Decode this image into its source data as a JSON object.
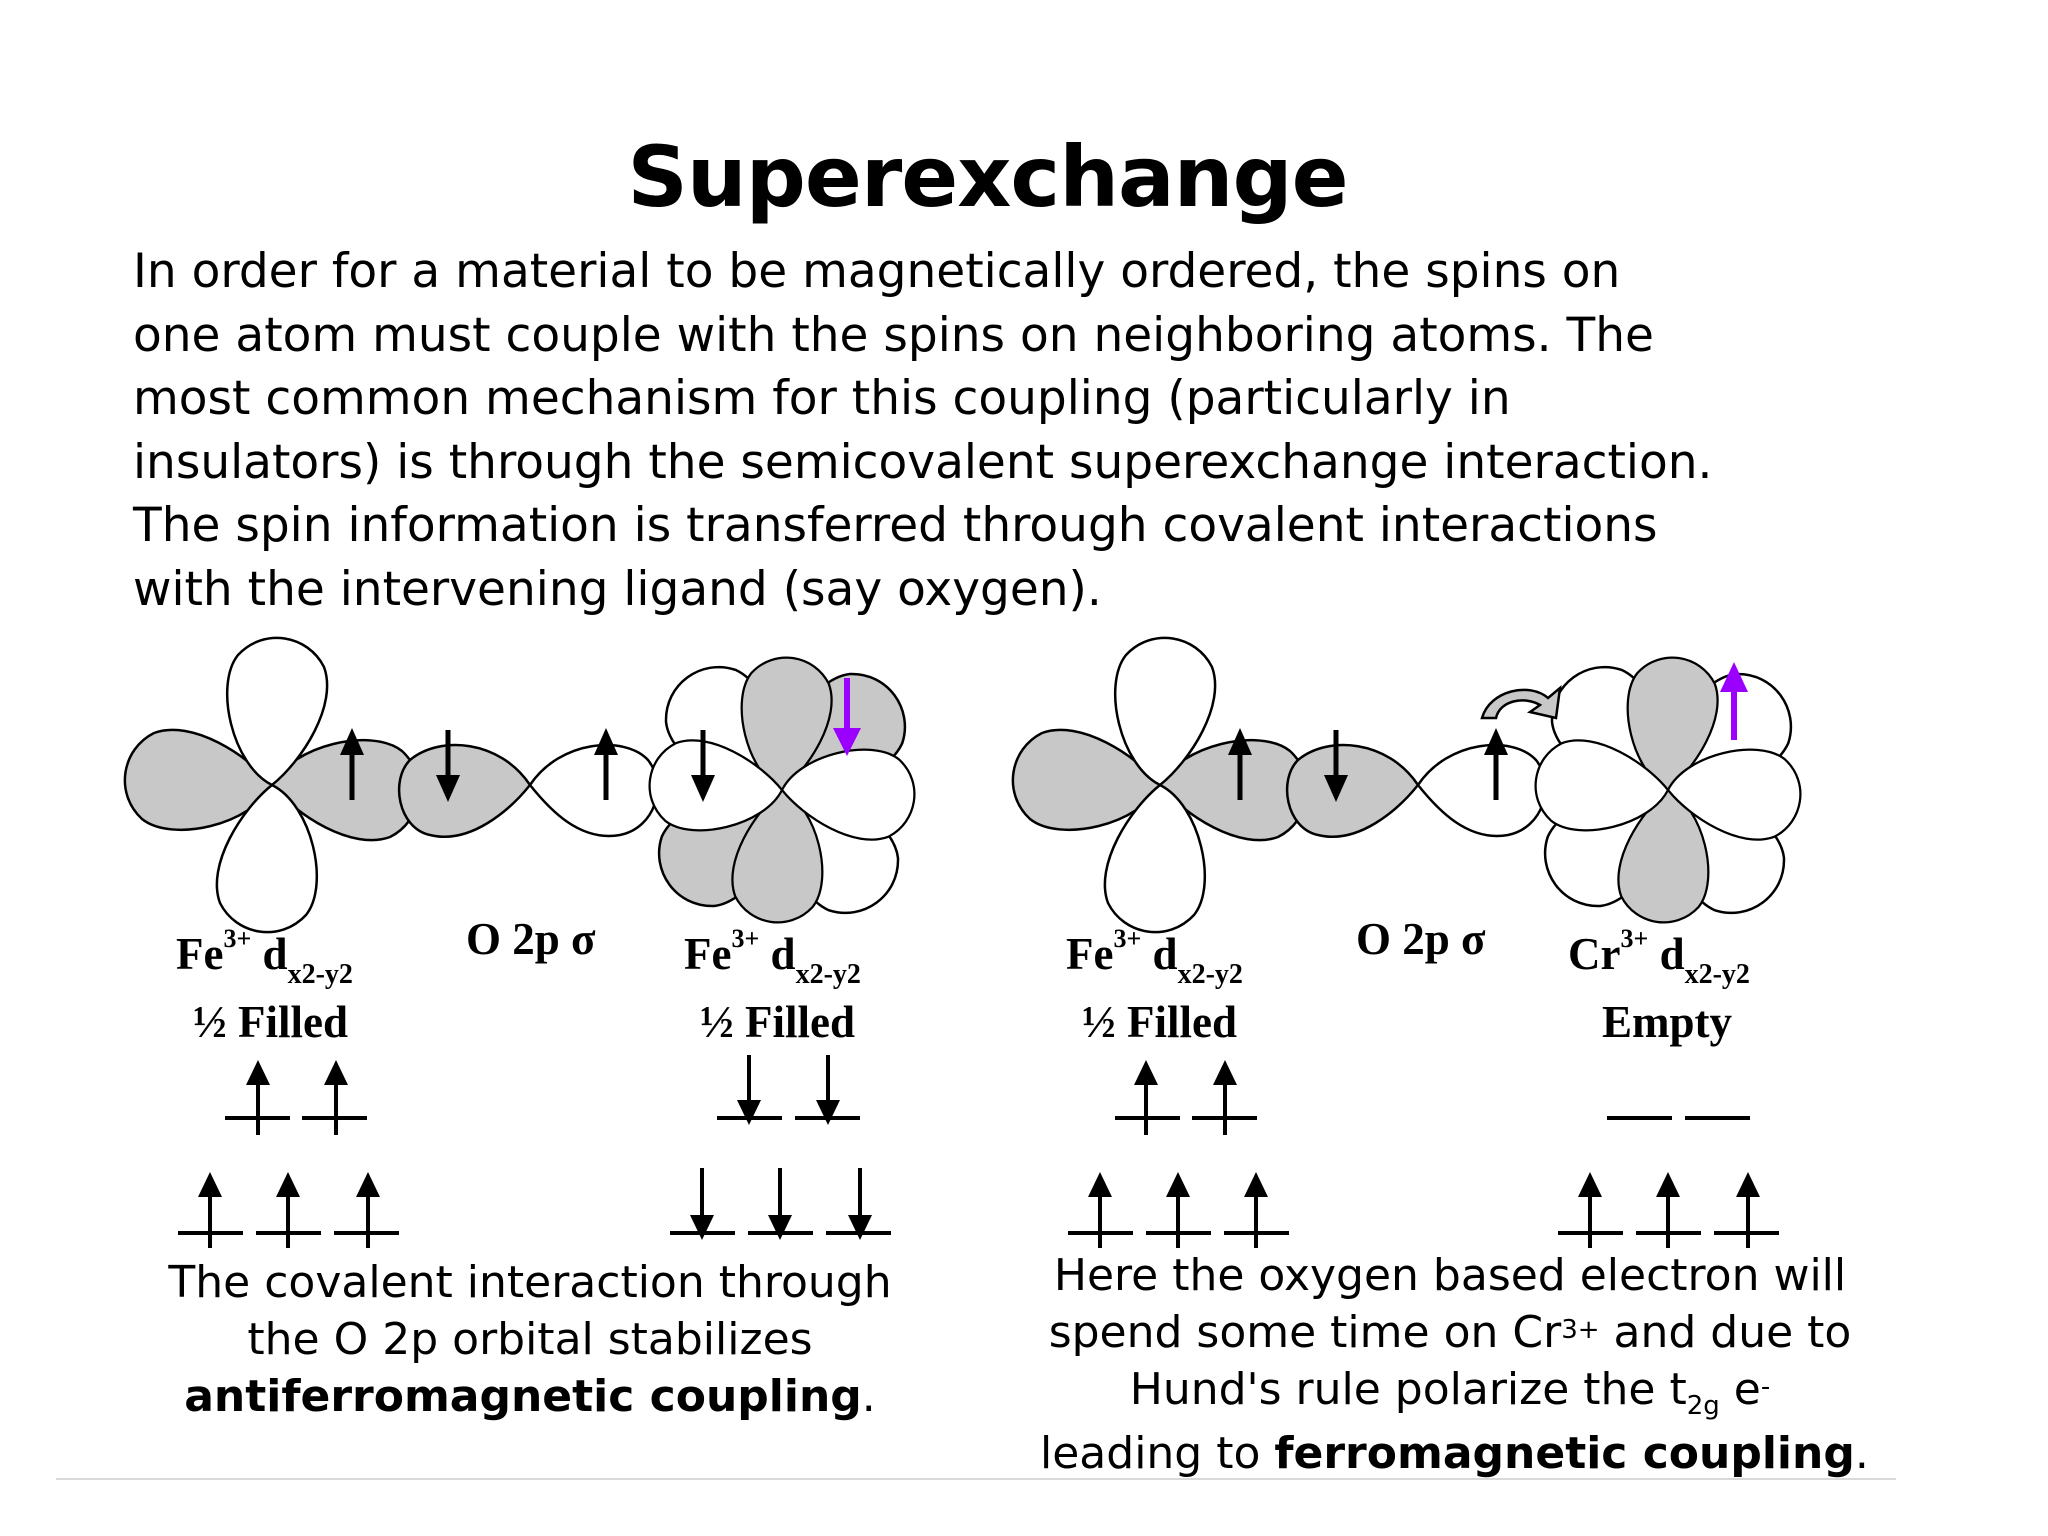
{
  "title": "Superexchange",
  "intro_lines": [
    "In order for a material to be magnetically ordered, the spins on",
    "one atom must couple with the spins on neighboring atoms.  The",
    "most common mechanism for this coupling (particularly in",
    "insulators) is through the semicovalent superexchange interaction.",
    "The spin information is transferred through covalent interactions",
    "with the intervening ligand (say oxygen)."
  ],
  "left_panel": {
    "metal1": {
      "ion": "Fe",
      "charge": "3+",
      "orbital": "d",
      "orbital_sub": "x2-y2",
      "fill": "½ Filled"
    },
    "ligand": {
      "text": "O 2p σ"
    },
    "metal2": {
      "ion": "Fe",
      "charge": "3+",
      "orbital": "d",
      "orbital_sub": "x2-y2",
      "fill": "½ Filled"
    },
    "caption": {
      "line1": "The covalent interaction through",
      "line2": "the O 2p orbital stabilizes",
      "line3_bold": "antiferromagnetic coupling",
      "line3_end": "."
    }
  },
  "right_panel": {
    "metal1": {
      "ion": "Fe",
      "charge": "3+",
      "orbital": "d",
      "orbital_sub": "x2-y2",
      "fill": "½ Filled"
    },
    "ligand": {
      "text": "O 2p σ"
    },
    "metal2": {
      "ion": "Cr",
      "charge": "3+",
      "orbital": "d",
      "orbital_sub": "x2-y2",
      "fill": "Empty"
    },
    "caption": {
      "line1": "Here the oxygen based electron will",
      "line2_a": "spend some time on Cr",
      "line2_sup": "3+",
      "line2_b": " and due to",
      "line3_a": "Hund's rule polarize the t",
      "line3_sub": "2g",
      "line3_b": " e",
      "line3_sup": "-",
      "line4_a": "leading to  ",
      "line4_bold": "ferromagnetic coupling",
      "line4_end": "."
    }
  },
  "colors": {
    "accent_spin": "#9b00ff",
    "lobe_shaded": "#c8c8c8",
    "ink": "#000000"
  }
}
